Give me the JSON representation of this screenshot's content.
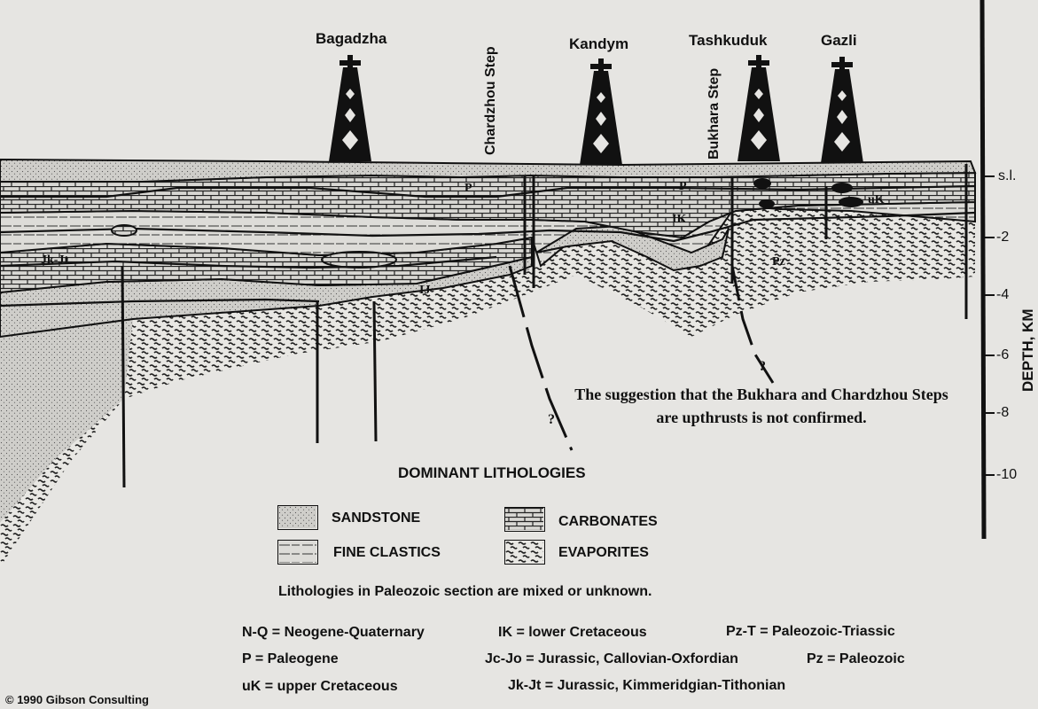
{
  "wells": [
    {
      "name": "Bagadzha"
    },
    {
      "name": "Kandym"
    },
    {
      "name": "Tashkuduk"
    },
    {
      "name": "Gazli"
    }
  ],
  "steps": [
    {
      "name": "Chardzhou Step"
    },
    {
      "name": "Bukhara Step"
    }
  ],
  "unit_labels": {
    "p_left": "P",
    "p_right": "P",
    "uk": "uK",
    "ik": "IK",
    "jk_jt": "Jk-Jt",
    "ij": "IJ",
    "pz": "Pz"
  },
  "depth_axis": {
    "title": "DEPTH, KM",
    "ticks": [
      "s.l.",
      "-2",
      "-4",
      "-6",
      "-8",
      "-10"
    ]
  },
  "note": {
    "line1": "The suggestion that the Bukhara and Chardzhou Steps",
    "line2": "are upthrusts is not confirmed."
  },
  "legend": {
    "title": "DOMINANT LITHOLOGIES",
    "items": [
      {
        "label": "SANDSTONE",
        "pattern": "sandstone"
      },
      {
        "label": "CARBONATES",
        "pattern": "carbonates"
      },
      {
        "label": "FINE CLASTICS",
        "pattern": "fine-clastics"
      },
      {
        "label": "EVAPORITES",
        "pattern": "evaporites"
      }
    ],
    "footnote": "Lithologies in Paleozoic section are mixed or unknown."
  },
  "abbreviations": [
    "N-Q = Neogene-Quaternary",
    "IK = lower Cretaceous",
    "Pz-T = Paleozoic-Triassic",
    "P = Paleogene",
    "Jc-Jo = Jurassic, Callovian-Oxfordian",
    "Pz = Paleozoic",
    "uK = upper Cretaceous",
    "Jk-Jt = Jurassic, Kimmeridgian-Tithonian"
  ],
  "copyright": "© 1990 Gibson Consulting",
  "colors": {
    "paper": "#e6e5e2",
    "ink": "#111111",
    "sandstone": "#cfceca",
    "evaporite_bg": "#e8e7e3"
  }
}
